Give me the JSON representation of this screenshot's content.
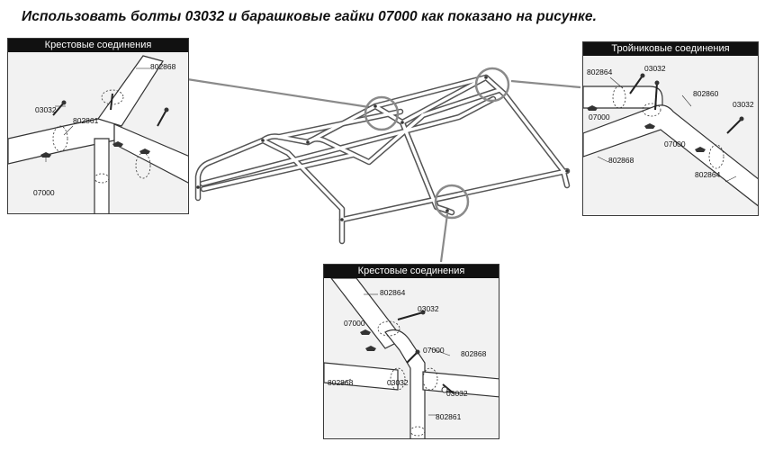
{
  "title": "Использовать болты 03032 и барашковые гайки 07000 как показано на рисунке.",
  "panels": {
    "left": {
      "heading": "Крестовые соединения",
      "labels": {
        "p1": "802868",
        "p2": "802861",
        "bolt": "03032",
        "nut": "07000"
      }
    },
    "right": {
      "heading": "Тройниковые соединения",
      "labels": {
        "p1": "802864",
        "bolt1": "03032",
        "nut1": "07000",
        "p2": "802860",
        "bolt2": "03032",
        "nut2": "07000",
        "p3": "802868",
        "p4": "802864"
      }
    },
    "bottom": {
      "heading": "Крестовые соединения",
      "labels": {
        "p1": "802864",
        "bolt1": "03032",
        "nut1": "07000",
        "nut2": "07000",
        "p2": "802868",
        "p3": "802868",
        "bolt2": "03032",
        "bolt3": "03032",
        "p4": "802861"
      }
    }
  }
}
